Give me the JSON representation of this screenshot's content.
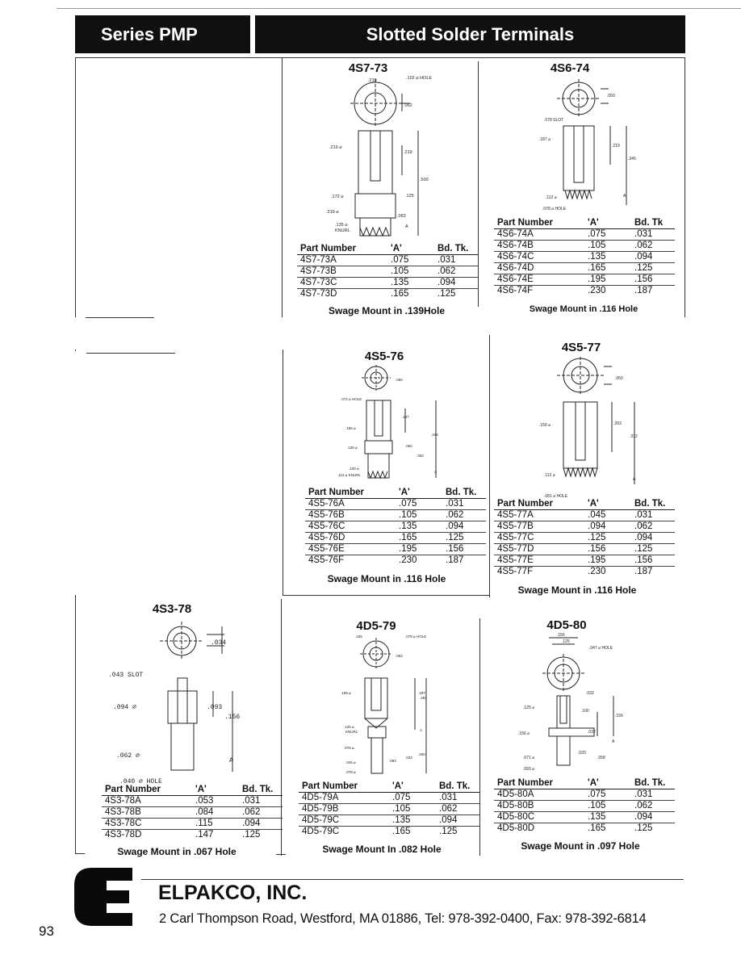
{
  "header": {
    "series": "Series PMP",
    "title": "Slotted Solder Terminals"
  },
  "products": {
    "p4S7_73": {
      "title": "4S7-73",
      "headers": [
        "Part Number",
        "'A'",
        "Bd. Tk."
      ],
      "rows": [
        [
          "4S7-73A",
          ".075",
          ".031"
        ],
        [
          "4S7-73B",
          ".105",
          ".062"
        ],
        [
          "4S7-73C",
          ".135",
          ".094"
        ],
        [
          "4S7-73D",
          ".165",
          ".125"
        ]
      ],
      "swage": "Swage Mount in .139Hole",
      "dims": {
        "d1": ".219",
        "d2": ".102 ⌀ HOLE",
        "d3": ".062",
        "d4": ".219 ⌀",
        "d5": ".219",
        "d6": ".500",
        "d7": ".172 ⌀",
        "d8": ".125",
        "d9": ".219 ⌀",
        "d10": ".063",
        "d11": ".135 ⌀",
        "d12": "KNURL",
        "d13": "A"
      }
    },
    "p4S6_74": {
      "title": "4S6-74",
      "headers": [
        "Part Number",
        "'A'",
        "Bd. Tk"
      ],
      "rows": [
        [
          "4S6-74A",
          ".075",
          ".031"
        ],
        [
          "4S6-74B",
          ".105",
          ".062"
        ],
        [
          "4S6-74C",
          ".135",
          ".094"
        ],
        [
          "4S6-74D",
          ".165",
          ".125"
        ],
        [
          "4S6-74E",
          ".195",
          ".156"
        ],
        [
          "4S6-74F",
          ".230",
          ".187"
        ]
      ],
      "swage": "Swage Mount in .116 Hole",
      "dims": {
        "d1": ".050",
        "d2": ".078 SLOT",
        "d3": ".187 ⌀",
        "d4": ".219",
        "d5": ".345",
        "d6": ".112 ⌀",
        "d7": ".078 ⌀ HOLE",
        "d8": "A"
      }
    },
    "p4S5_76": {
      "title": "4S5-76",
      "headers": [
        "Part Number",
        "'A'",
        "Bd. Tk."
      ],
      "rows": [
        [
          "4S5-76A",
          ".075",
          ".031"
        ],
        [
          "4S5-76B",
          ".105",
          ".062"
        ],
        [
          "4S5-76C",
          ".135",
          ".094"
        ],
        [
          "4S5-76D",
          ".165",
          ".125"
        ],
        [
          "4S5-76E",
          ".195",
          ".156"
        ],
        [
          "4S5-76F",
          ".230",
          ".187"
        ]
      ],
      "swage": "Swage Mount in .116 Hole",
      "dims": {
        "d1": ".050",
        "d2": ".072 ⌀ HOLE",
        "d3": ".187",
        "d4": ".156 ⌀",
        "d5": ".344",
        "d6": ".135 ⌀",
        "d7": ".062",
        "d8": ".062",
        "d9": ".100 ⌀",
        "d10": ".112 ⌀ KNURL",
        "d11": "A"
      }
    },
    "p4S5_77": {
      "title": "4S5-77",
      "headers": [
        "Part Number",
        "'A'",
        "Bd. Tk."
      ],
      "rows": [
        [
          "4S5-77A",
          ".045",
          ".031"
        ],
        [
          "4S5-77B",
          ".094",
          ".062"
        ],
        [
          "4S5-77C",
          ".125",
          ".094"
        ],
        [
          "4S5-77D",
          ".156",
          ".125"
        ],
        [
          "4S5-77E",
          ".195",
          ".156"
        ],
        [
          "4S5-77F",
          ".230",
          ".187"
        ]
      ],
      "swage": "Swage Mount in .116 Hole",
      "dims": {
        "d1": ".050",
        "d2": ".156 ⌀",
        "d3": ".203",
        "d4": ".312",
        "d5": ".112 ⌀",
        "d6": ".081 ⌀ HOLE",
        "d7": "A"
      }
    },
    "p4S3_78": {
      "title": "4S3-78",
      "headers": [
        "Part Number",
        "'A'",
        "Bd. Tk."
      ],
      "rows": [
        [
          "4S3-78A",
          ".053",
          ".031"
        ],
        [
          "4S3-78B",
          ".084",
          ".062"
        ],
        [
          "4S3-78C",
          ".115",
          ".094"
        ],
        [
          "4S3-78D",
          ".147",
          ".125"
        ]
      ],
      "swage": "Swage Mount in .067 Hole",
      "dims": {
        "d1": ".034",
        "d2": ".043 SLOT",
        "d3": ".094 ⌀",
        "d4": ".093",
        "d5": ".156",
        "d6": ".062 ⌀",
        "d7": "A",
        "d8": ".040 ⌀ HOLE"
      }
    },
    "p4D5_79": {
      "title": "4D5-79",
      "headers": [
        "Part Number",
        "'A'",
        "Bd. Tk."
      ],
      "rows": [
        [
          "4D5-79A",
          ".075",
          ".031"
        ],
        [
          "4D5-79B",
          ".105",
          ".062"
        ],
        [
          "4D5-79C",
          ".135",
          ".094"
        ],
        [
          "4D5-79C",
          ".165",
          ".125"
        ]
      ],
      "swage": "Swage Mount In .082 Hole",
      "dims": {
        "d1": ".156",
        "d2": ".078 ⌀ HOLE",
        "d3": ".062",
        "d4": ".156 ⌀",
        "d5": ".187",
        "d6": ".281",
        "d7": ".125 ⌀",
        "d8": "KNURL",
        "d9": "A",
        "d10": ".078 ⌀",
        "d11": ".032",
        "d12": ".250",
        "d13": ".045 ⌀",
        "d14": ".093",
        "d15": ".078 ⌀"
      }
    },
    "p4D5_80": {
      "title": "4D5-80",
      "headers": [
        "Part Number",
        "'A'",
        "Bd. Tk."
      ],
      "rows": [
        [
          "4D5-80A",
          ".075",
          ".031"
        ],
        [
          "4D5-80B",
          ".105",
          ".062"
        ],
        [
          "4D5-80C",
          ".135",
          ".094"
        ],
        [
          "4D5-80D",
          ".165",
          ".125"
        ]
      ],
      "swage": "Swage Mount in .097 Hole",
      "dims": {
        "d1": ".156",
        "d2": ".125",
        "d3": ".047 ⌀ HOLE",
        "d4": ".032",
        "d5": ".125 ⌀",
        "d6": ".100",
        "d7": ".156",
        "d8": ".156 ⌀",
        "d9": ".032",
        "d10": "A",
        "d11": ".020",
        "d12": ".058",
        "d13": ".071 ⌀",
        "d14": ".093 ⌀"
      }
    }
  },
  "footer": {
    "logo_letter": "E",
    "company": "ELPAKCO, INC.",
    "address": "2 Carl Thompson Road, Westford, MA 01886, Tel: 978-392-0400, Fax: 978-392-6814",
    "page_number": "93"
  }
}
